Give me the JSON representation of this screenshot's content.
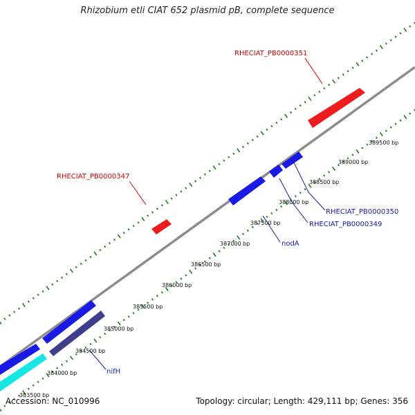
{
  "title": "Rhizobium etli CIAT 652 plasmid pB, complete sequence",
  "footer": {
    "accession": "Accession: NC_010996",
    "summary": "Topology: circular; Length: 429,111 bp; Genes: 356"
  },
  "colors": {
    "backbone": "#8c8c8c",
    "tick": "#1e7a1e",
    "forward_gene": "#ee1c1c",
    "forward_label": "#cc0000",
    "reverse_gene": "#1a1ae6",
    "reverse_label": "#1a1aa0",
    "dark_gene": "#3e3e8c",
    "cyan_gene": "#15e6e6"
  },
  "tick_labels": [
    "383500 bp",
    "384000 bp",
    "384500 bp",
    "385000 bp",
    "385500 bp",
    "386000 bp",
    "386500 bp",
    "387000 bp",
    "387500 bp",
    "388000 bp",
    "388500 bp",
    "389000 bp",
    "389500 bp"
  ],
  "gene_labels": {
    "g351": "RHECIAT_PB0000351",
    "g347": "RHECIAT_PB0000347",
    "g350": "RHECIAT_PB0000350",
    "g349": "RHECIAT_PB0000349",
    "nodA": "nodA",
    "nifH": "nifH"
  }
}
